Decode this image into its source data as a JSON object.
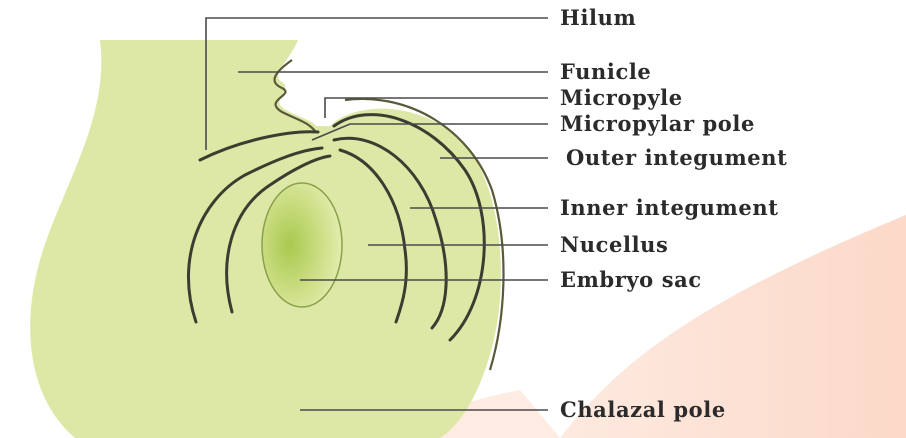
{
  "diagram": {
    "labels": {
      "hilum": "Hilum",
      "funicle": "Funicle",
      "micropyle": "Micropyle",
      "micropylar_pole": "Micropylar pole",
      "outer_integument": "Outer integument",
      "inner_integument": "Inner integument",
      "nucellus": "Nucellus",
      "embryo_sac": "Embryo sac",
      "chalazal_pole": "Chalazal pole"
    },
    "colors": {
      "ovule_fill": "#dde8a6",
      "nucellus_fill": "#eaf0bd",
      "embryo_sac_center": "#a9c94f",
      "background_band": "#fbd9c9",
      "text": "#2b2b2b"
    }
  }
}
